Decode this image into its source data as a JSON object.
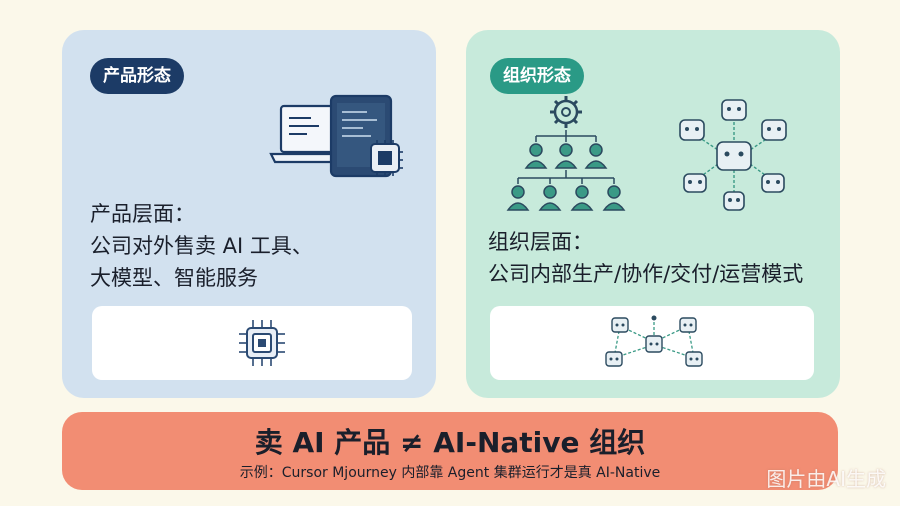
{
  "product_card": {
    "tag": "产品形态",
    "heading": "产品层面：",
    "line1": "公司对外售卖 AI 工具、",
    "line2": "大模型、智能服务"
  },
  "org_card": {
    "tag": "组织形态",
    "heading": "组织层面：",
    "line1": "公司内部生产/协作/交付/运营模式"
  },
  "banner": {
    "title": "卖 AI 产品 ≠ AI-Native 组织",
    "example": "示例：Cursor Mjourney 内部靠 Agent 集群运行才是真 AI-Native"
  },
  "watermark": "图片由AI生成",
  "colors": {
    "product_tag": "#1c3b66",
    "org_tag": "#2a9a86",
    "banner": "#f28d73"
  }
}
